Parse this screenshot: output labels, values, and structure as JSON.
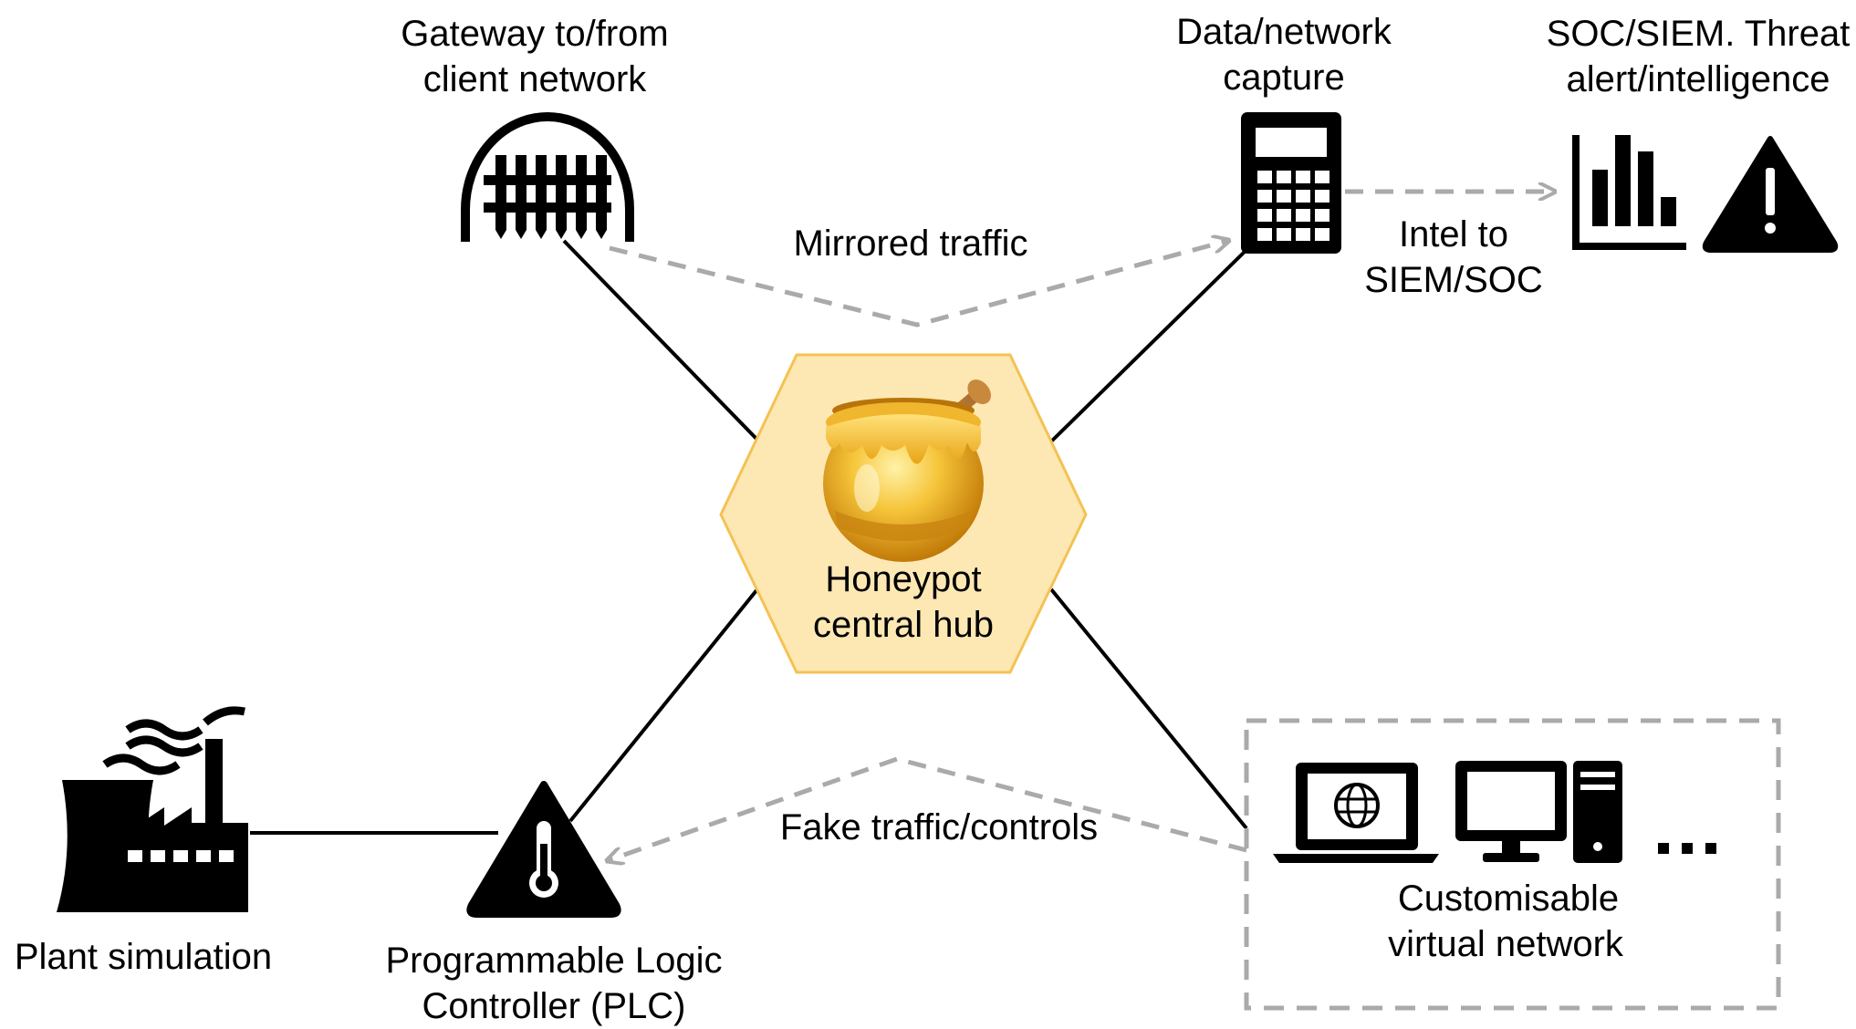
{
  "nodes": {
    "gateway": {
      "label_lines": [
        "Gateway to/from",
        "client network"
      ],
      "icon": "gateway-arch-fence-icon"
    },
    "capture": {
      "label_lines": [
        "Data/network",
        "capture"
      ],
      "icon": "calculator-capture-device-icon"
    },
    "soc": {
      "label_lines": [
        "SOC/SIEM. Threat",
        "alert/intelligence"
      ],
      "icons": [
        "bar-chart-icon",
        "warning-triangle-icon"
      ]
    },
    "hub": {
      "label_lines": [
        "Honeypot",
        "central hub"
      ],
      "icon": "honey-pot-icon"
    },
    "plant": {
      "label": "Plant simulation",
      "icon": "factory-icon"
    },
    "plc": {
      "label_lines": [
        "Programmable Logic",
        "Controller (PLC)"
      ],
      "icon": "thermometer-warning-icon"
    },
    "virtual_network": {
      "label_lines": [
        "Customisable",
        "virtual network"
      ],
      "icons": [
        "laptop-globe-icon",
        "desktop-computer-icon",
        "tower-pc-icon",
        "ellipsis-icon"
      ]
    }
  },
  "edges": {
    "mirrored": {
      "label": "Mirrored traffic"
    },
    "intel": {
      "label_lines": [
        "Intel to",
        "SIEM/SOC"
      ]
    },
    "fake": {
      "label": "Fake traffic/controls"
    }
  },
  "colors": {
    "hex_fill": "#fde8b4",
    "hex_stroke": "#f4c253",
    "dashed": "#aaaaaa",
    "line": "#000000"
  }
}
